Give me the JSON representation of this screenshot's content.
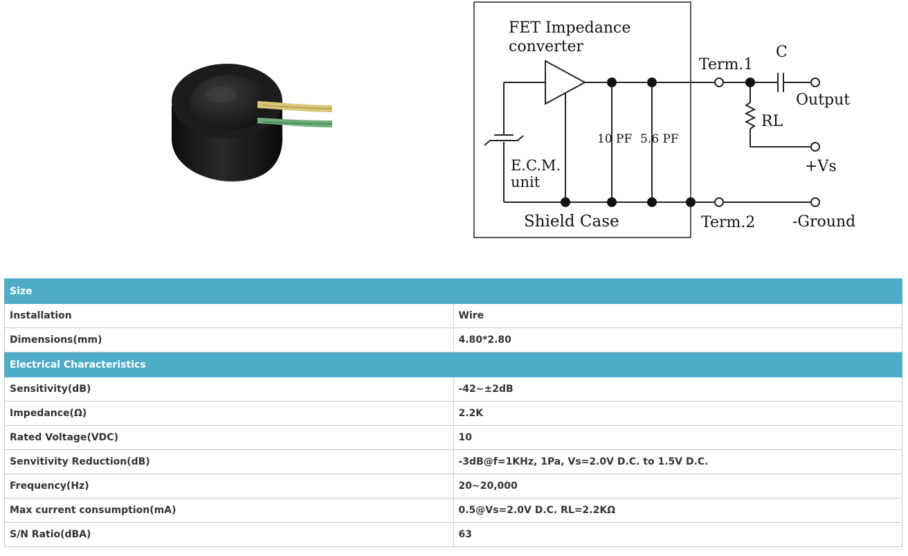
{
  "schematic": {
    "title_line1": "FET Impedance",
    "title_line2": "converter",
    "ecm_line1": "E.C.M.",
    "ecm_line2": "unit",
    "cap1": "10 PF",
    "cap2": "5.6 PF",
    "shield": "Shield Case",
    "term1": "Term.1",
    "term2": "Term.2",
    "c_label": "C",
    "output": "Output",
    "rl": "RL",
    "vs": "+Vs",
    "ground": "-Ground"
  },
  "sections": [
    {
      "title": "Size",
      "rows": [
        {
          "label": "Installation",
          "value": "Wire"
        },
        {
          "label": "Dimensions(mm)",
          "value": "4.80*2.80"
        }
      ]
    },
    {
      "title": "Electrical Characteristics",
      "rows": [
        {
          "label": "Sensitivity(dB)",
          "value": "-42~±2dB"
        },
        {
          "label": "Impedance(Ω)",
          "value": "2.2K"
        },
        {
          "label": "Rated Voltage(VDC)",
          "value": "10"
        },
        {
          "label": "Senvitivity Reduction(dB)",
          "value": "-3dB@f=1KHz, 1Pa, Vs=2.0V D.C. to 1.5V D.C."
        },
        {
          "label": "Frequency(Hz)",
          "value": "20~20,000"
        },
        {
          "label": "Max current consumption(mA)",
          "value": "0.5@Vs=2.0V D.C. RL=2.2KΩ"
        },
        {
          "label": "S/N Ratio(dBA)",
          "value": "63"
        }
      ]
    }
  ]
}
